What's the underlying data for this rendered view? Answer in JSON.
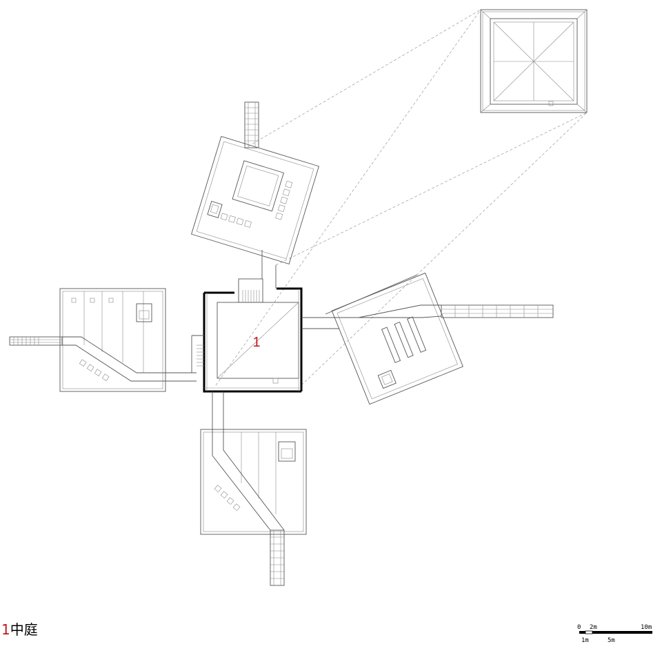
{
  "plan_label": {
    "number": "1",
    "color": "#c0161c"
  },
  "legend": {
    "number": "1",
    "text": "中庭"
  },
  "scale_bar": {
    "ticks": [
      "0",
      "2m",
      "10m"
    ],
    "sub_ticks": [
      "1m",
      "5m"
    ]
  }
}
